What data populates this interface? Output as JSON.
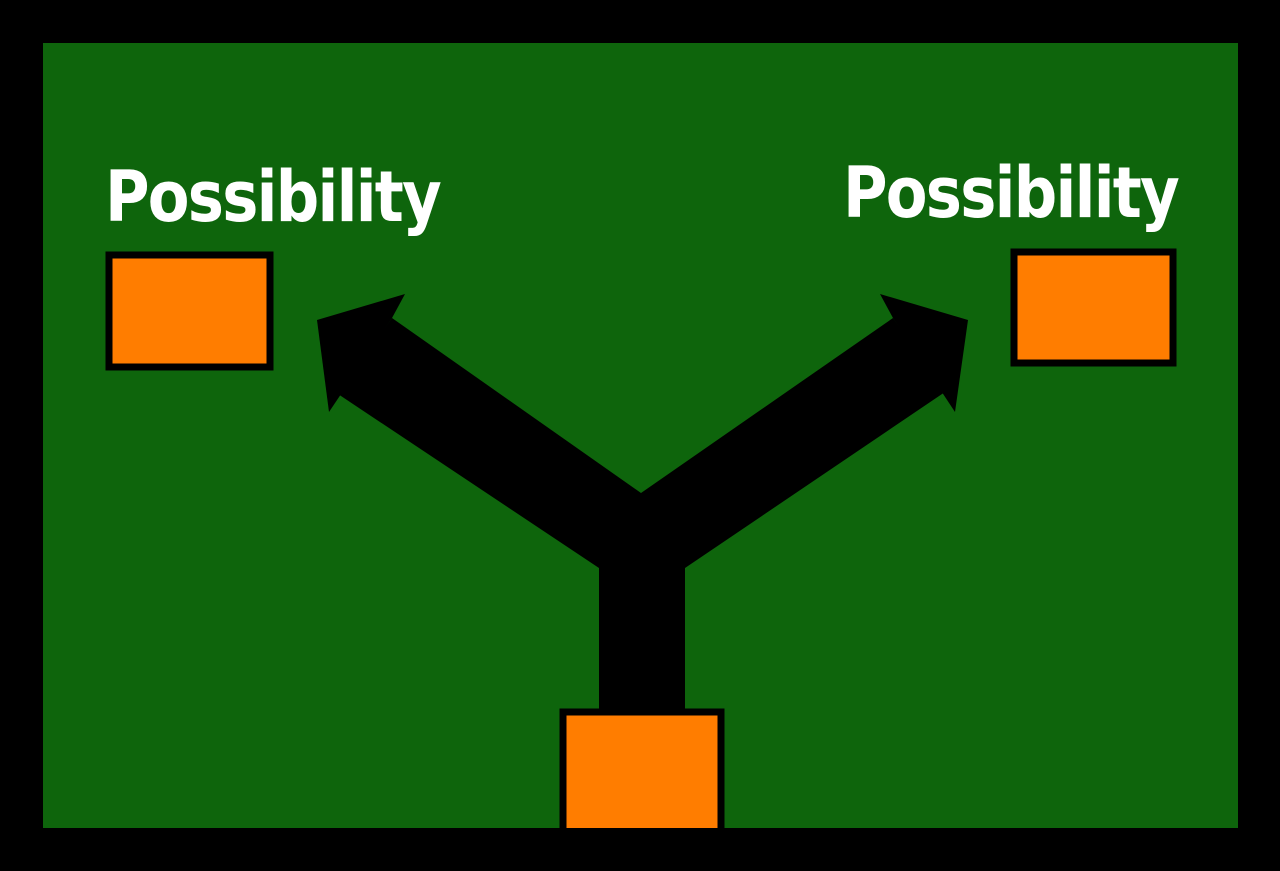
{
  "diagram": {
    "colors": {
      "frame": "#000000",
      "background": "#0e650c",
      "box_fill": "#ff7d00",
      "box_border": "#000000",
      "arrow": "#000000",
      "label": "#ffffff"
    },
    "labels": {
      "left": "Possibility",
      "right": "Possibility"
    },
    "shapes": {
      "origin_box": "orange-square",
      "left_box": "orange-square",
      "right_box": "orange-square",
      "arrow": "y-fork-arrow"
    }
  }
}
